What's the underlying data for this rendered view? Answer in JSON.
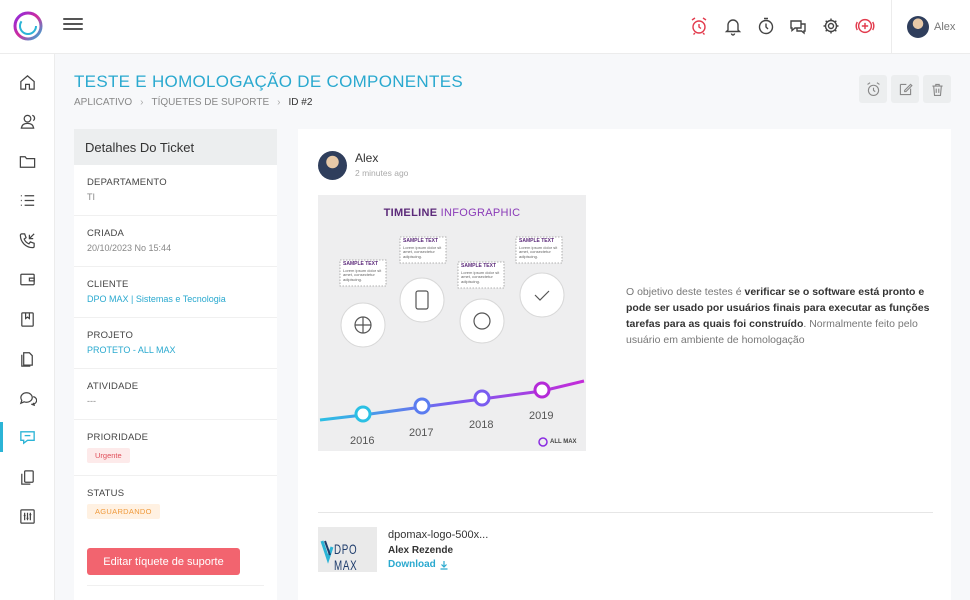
{
  "header": {
    "user_name": "Alex",
    "danger_color": "#e23b4d",
    "icons": [
      "alarm-icon",
      "bell-icon",
      "timer-icon",
      "chat-icon",
      "gear-icon",
      "add-circle-icon"
    ]
  },
  "sidebar": {
    "accent": "#2bb4d6",
    "items": [
      "home-icon",
      "users-icon",
      "folder-icon",
      "list-icon",
      "phone-icon",
      "wallet-icon",
      "book-icon",
      "files-icon",
      "chat-bubbles-icon",
      "ticket-chat-icon",
      "copy-icon",
      "sliders-icon"
    ],
    "active_index": 9
  },
  "page": {
    "title": "TESTE E HOMOLOGAÇÃO DE COMPONENTES",
    "breadcrumb": [
      "APLICATIVO",
      "TÍQUETES DE SUPORTE",
      "ID #2"
    ]
  },
  "details": {
    "heading": "Detalhes Do Ticket",
    "departamento_label": "DEPARTAMENTO",
    "departamento_value": "TI",
    "criada_label": "CRIADA",
    "criada_value": "20/10/2023 No 15:44",
    "cliente_label": "CLIENTE",
    "cliente_value": "DPO MAX | Sistemas e Tecnologia",
    "projeto_label": "PROJETO",
    "projeto_value": "PROTETO - ALL MAX",
    "atividade_label": "ATIVIDADE",
    "atividade_value": "---",
    "prioridade_label": "PRIORIDADE",
    "prioridade_value": "Urgente",
    "status_label": "STATUS",
    "status_value": "AGUARDANDO",
    "edit_button": "Editar tíquete de suporte"
  },
  "post": {
    "author": "Alex",
    "time": "2 minutes ago",
    "text_1": "O objetivo deste testes é ",
    "text_bold": "verificar se o software está pronto e pode ser usado por usuários finais para executar as funções tarefas para as quais foi construído",
    "text_2": ". Normalmente feito pelo usuário em ambiente de homologação",
    "infographic": {
      "title_bold": "TIMELINE",
      "title_rest": " INFOGRAPHIC",
      "sample_heading": "SAMPLE TEXT",
      "sample_body": "Lorem ipsum dolor sit amet, consectetur adipiscing.",
      "years": [
        "2016",
        "2017",
        "2018",
        "2019"
      ],
      "brand": "ALL MAX"
    }
  },
  "attachment": {
    "thumb_text": "DPO MAX",
    "filename": "dpomax-logo-500x...",
    "uploader": "Alex Rezende",
    "download_label": "Download"
  }
}
